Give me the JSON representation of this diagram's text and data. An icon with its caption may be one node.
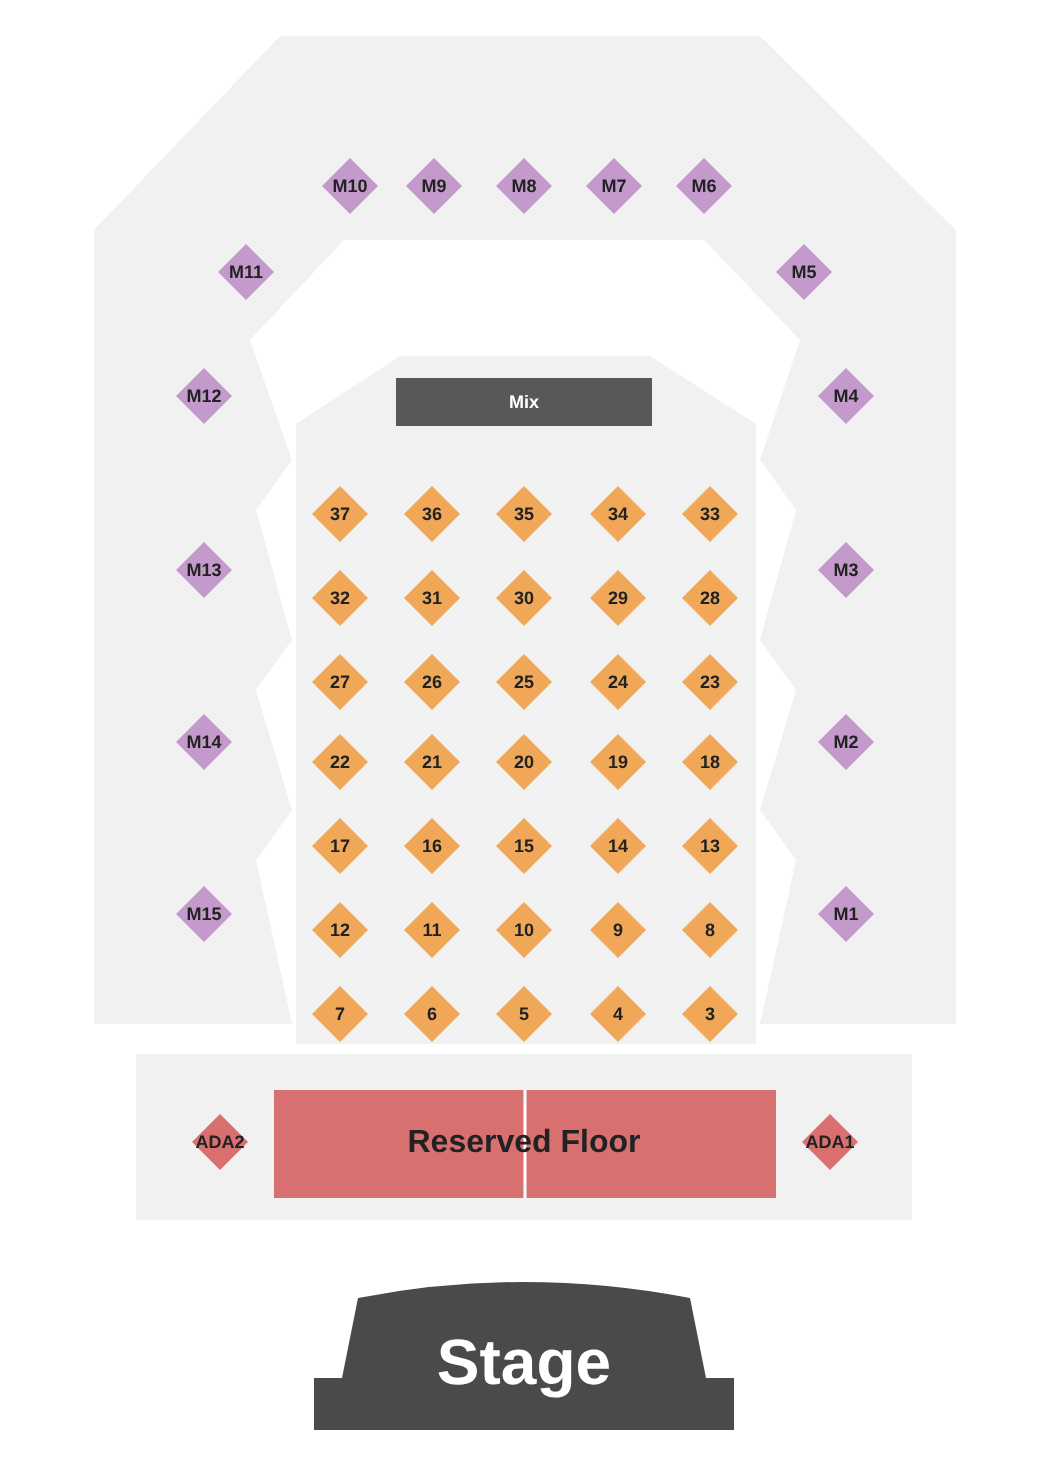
{
  "diagram": {
    "nodes": [
      {
        "text": [
          "M10"
        ]
      },
      {
        "text": [
          "M9"
        ]
      },
      {
        "text": [
          "M8"
        ]
      },
      {
        "text": [
          "M7"
        ]
      },
      {
        "text": [
          "M6"
        ]
      },
      {
        "text": [
          "M11"
        ]
      },
      {
        "text": [
          "M5"
        ]
      },
      {
        "text": [
          "M12"
        ]
      },
      {
        "text": [
          "Mix"
        ]
      },
      {
        "text": [
          "M4"
        ]
      },
      {
        "text": [
          "37"
        ]
      },
      {
        "text": [
          "36"
        ]
      },
      {
        "text": [
          "35"
        ]
      },
      {
        "text": [
          "34"
        ]
      },
      {
        "text": [
          "33"
        ]
      },
      {
        "text": [
          "M13"
        ]
      },
      {
        "text": [
          "M3"
        ]
      },
      {
        "text": [
          "32"
        ]
      },
      {
        "text": [
          "31"
        ]
      },
      {
        "text": [
          "30"
        ]
      },
      {
        "text": [
          "29"
        ]
      },
      {
        "text": [
          "28"
        ]
      },
      {
        "text": [
          "27"
        ]
      },
      {
        "text": [
          "26"
        ]
      },
      {
        "text": [
          "25"
        ]
      },
      {
        "text": [
          "24"
        ]
      },
      {
        "text": [
          "23"
        ]
      },
      {
        "text": [
          "M14"
        ]
      },
      {
        "text": [
          "M2"
        ]
      },
      {
        "text": [
          "22"
        ]
      },
      {
        "text": [
          "21"
        ]
      },
      {
        "text": [
          "20"
        ]
      },
      {
        "text": [
          "19"
        ]
      },
      {
        "text": [
          "18"
        ]
      },
      {
        "text": [
          "17"
        ]
      },
      {
        "text": [
          "16"
        ]
      },
      {
        "text": [
          "15"
        ]
      },
      {
        "text": [
          "14"
        ]
      },
      {
        "text": [
          "13"
        ]
      },
      {
        "text": [
          "M15"
        ]
      },
      {
        "text": [
          "M1"
        ]
      },
      {
        "text": [
          "12"
        ]
      },
      {
        "text": [
          "11"
        ]
      },
      {
        "text": [
          "10"
        ]
      },
      {
        "text": [
          "9"
        ]
      },
      {
        "text": [
          "8"
        ]
      },
      {
        "text": [
          "7"
        ]
      },
      {
        "text": [
          "6"
        ]
      },
      {
        "text": [
          "5"
        ]
      },
      {
        "text": [
          "4"
        ]
      },
      {
        "text": [
          "3"
        ]
      },
      {
        "text": [
          "ADA2"
        ]
      },
      {
        "text": [
          "Reserved Floor"
        ]
      },
      {
        "text": [
          "ADA1"
        ]
      },
      {
        "text": [
          "Stage"
        ]
      }
    ]
  }
}
